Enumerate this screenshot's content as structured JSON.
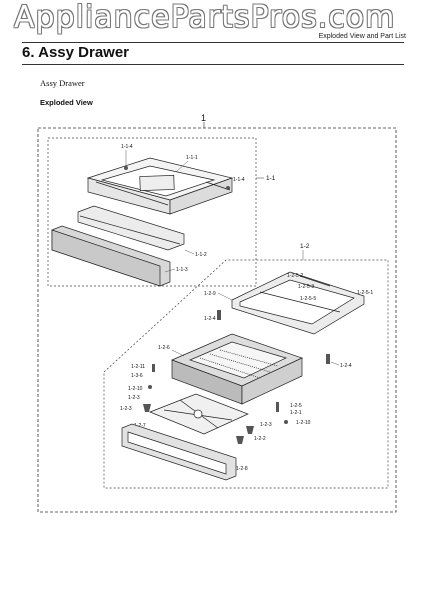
{
  "watermark": "AppliancePartsPros.com",
  "header_right": "Exploded View and Part List",
  "section_title": "6.  Assy Drawer",
  "subtitle": "Assy Drawer",
  "subheading": "Exploded View",
  "callouts": {
    "c1": "1",
    "c11": "1-1",
    "c111": "1-1-1",
    "c112": "1-1-2",
    "c113": "1-1-3",
    "c114a": "1-1-4",
    "c114b": "1-1-4",
    "c12": "1-2",
    "c126": "1-2-6",
    "c1251": "1-2-5-1",
    "c1253": "1-2-5-3",
    "c1252": "1-2-5-2",
    "c1255": "1-2-5-5",
    "c124a": "1-2-4",
    "c124b": "1-2-4",
    "c129": "1-2-9",
    "c1211": "1-2-11",
    "c1210a": "1-2-10",
    "c1210b": "1-2-10",
    "c1236": "1-3-6",
    "c123": "1-2-3",
    "c1232": "1-2-3",
    "c1227": "1-2-7",
    "c125": "1-2-5",
    "c121": "1-2-1",
    "c1233": "1-2-3",
    "c122": "1-2-2",
    "c128": "1-2-8"
  }
}
